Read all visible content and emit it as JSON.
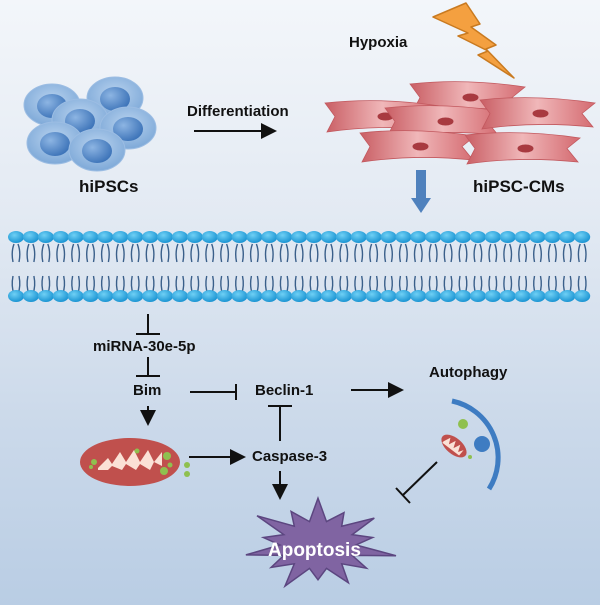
{
  "diagram": {
    "labels": {
      "hypoxia": "Hypoxia",
      "differentiation": "Differentiation",
      "hipscs": "hiPSCs",
      "hipsc_cms": "hiPSC-CMs",
      "mirna": "miRNA-30e-5p",
      "bim": "Bim",
      "beclin": "Beclin-1",
      "autophagy": "Autophagy",
      "caspase": "Caspase-3",
      "apoptosis": "Apoptosis"
    },
    "nodes": [
      {
        "id": "hipscs",
        "label": "hiPSCs",
        "shape": "stem-cell-cluster"
      },
      {
        "id": "hipsc_cms",
        "label": "hiPSC-CMs",
        "shape": "cardiomyocyte-cluster"
      },
      {
        "id": "hypoxia",
        "label": "Hypoxia",
        "shape": "lightning-bolt"
      },
      {
        "id": "membrane",
        "label": "",
        "shape": "lipid-bilayer"
      },
      {
        "id": "mirna",
        "label": "miRNA-30e-5p"
      },
      {
        "id": "bim",
        "label": "Bim"
      },
      {
        "id": "mitochondrion",
        "label": "",
        "shape": "mitochondrion"
      },
      {
        "id": "beclin",
        "label": "Beclin-1"
      },
      {
        "id": "caspase",
        "label": "Caspase-3"
      },
      {
        "id": "autophagy",
        "label": "Autophagy",
        "shape": "autophagosome"
      },
      {
        "id": "apoptosis",
        "label": "Apoptosis",
        "shape": "starburst"
      }
    ],
    "edges": [
      {
        "from": "hipscs",
        "to": "hipsc_cms",
        "type": "activate",
        "label": "Differentiation"
      },
      {
        "from": "hypoxia",
        "to": "hipsc_cms",
        "type": "stimulus"
      },
      {
        "from": "hipsc_cms",
        "to": "membrane",
        "type": "block-arrow"
      },
      {
        "from": "membrane",
        "to": "mirna",
        "type": "inhibit"
      },
      {
        "from": "mirna",
        "to": "bim",
        "type": "inhibit"
      },
      {
        "from": "bim",
        "to": "beclin",
        "type": "inhibit"
      },
      {
        "from": "bim",
        "to": "mitochondrion",
        "type": "activate"
      },
      {
        "from": "mitochondrion",
        "to": "caspase",
        "type": "activate"
      },
      {
        "from": "caspase",
        "to": "beclin",
        "type": "inhibit"
      },
      {
        "from": "beclin",
        "to": "autophagy",
        "type": "activate"
      },
      {
        "from": "caspase",
        "to": "apoptosis",
        "type": "activate"
      },
      {
        "from": "autophagy",
        "to": "apoptosis",
        "type": "inhibit"
      }
    ],
    "colors": {
      "stem_cell": "#7ea9d8",
      "stem_nucleus": "#4a7fc1",
      "cardiomyocyte": "#d9777c",
      "cm_nucleus": "#a83a40",
      "lightning": "#f4a040",
      "lightning_stroke": "#c97a20",
      "membrane_head": "#1e9fdc",
      "membrane_tail": "#3a5f8a",
      "block_arrow": "#4f81bd",
      "mitochondrion": "#c0504d",
      "vesicle": "#8fc04f",
      "autophagosome": "#3e7cc2",
      "apoptosis": "#8064a2",
      "apoptosis_stroke": "#5c4680"
    }
  }
}
